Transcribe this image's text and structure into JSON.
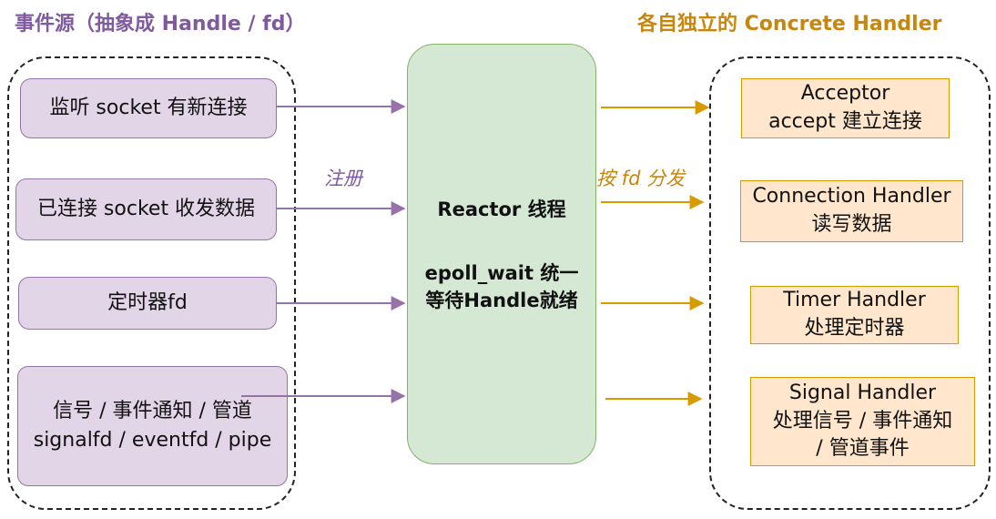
{
  "titles": {
    "left": "事件源（抽象成 Handle / fd）",
    "right": "各自独立的 Concrete Handler"
  },
  "sources": [
    {
      "line1": "监听 socket 有新连接"
    },
    {
      "line1": "已连接 socket 收发数据"
    },
    {
      "line1": "定时器fd"
    },
    {
      "line1": "信号 / 事件通知 / 管道",
      "line2": "signalfd / eventfd / pipe"
    }
  ],
  "reactor": {
    "title": "Reactor 线程",
    "line1": "epoll_wait 统一",
    "line2": "等待Handle就绪"
  },
  "edge_labels": {
    "register": "注册",
    "dispatch": "按 fd 分发"
  },
  "handlers": [
    {
      "line1": "Acceptor",
      "line2": "accept 建立连接"
    },
    {
      "line1": "Connection Handler",
      "line2": "读写数据"
    },
    {
      "line1": "Timer Handler",
      "line2": "处理定时器"
    },
    {
      "line1": "Signal Handler",
      "line2": "处理信号 / 事件通知",
      "line3": "/ 管道事件"
    }
  ],
  "colors": {
    "purple": "#9673a6",
    "gold": "#d79b00",
    "source_fill": "#e1d5e7",
    "reactor_fill": "#d5e8d4",
    "handler_fill": "#ffe6cc"
  }
}
